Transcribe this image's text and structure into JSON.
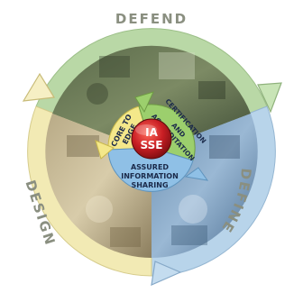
{
  "outer_ring": {
    "defend": "DEFEND",
    "define": "DEFINE",
    "design": "DESIGN"
  },
  "inner_ring": {
    "core_line1": "CORE TO",
    "core_line2": "EDGE",
    "cert_line1": "CERTIFICATION",
    "cert_line2": "AND",
    "cert_line3": "ACCREDITATION",
    "assured_line1": "ASSURED",
    "assured_line2": "INFORMATION",
    "assured_line3": "SHARING"
  },
  "hub": {
    "line1": "IA",
    "line2": "SSE"
  },
  "colors": {
    "defend_band": "#b9d8a6",
    "define_band": "#b8d4ea",
    "design_band": "#f2eab4",
    "inner_green": "#9ccf6d",
    "inner_blue": "#8fc0e6",
    "inner_yellow": "#f4e88a",
    "hub_red": "#c81e24",
    "outer_text": "#8a8f80"
  }
}
